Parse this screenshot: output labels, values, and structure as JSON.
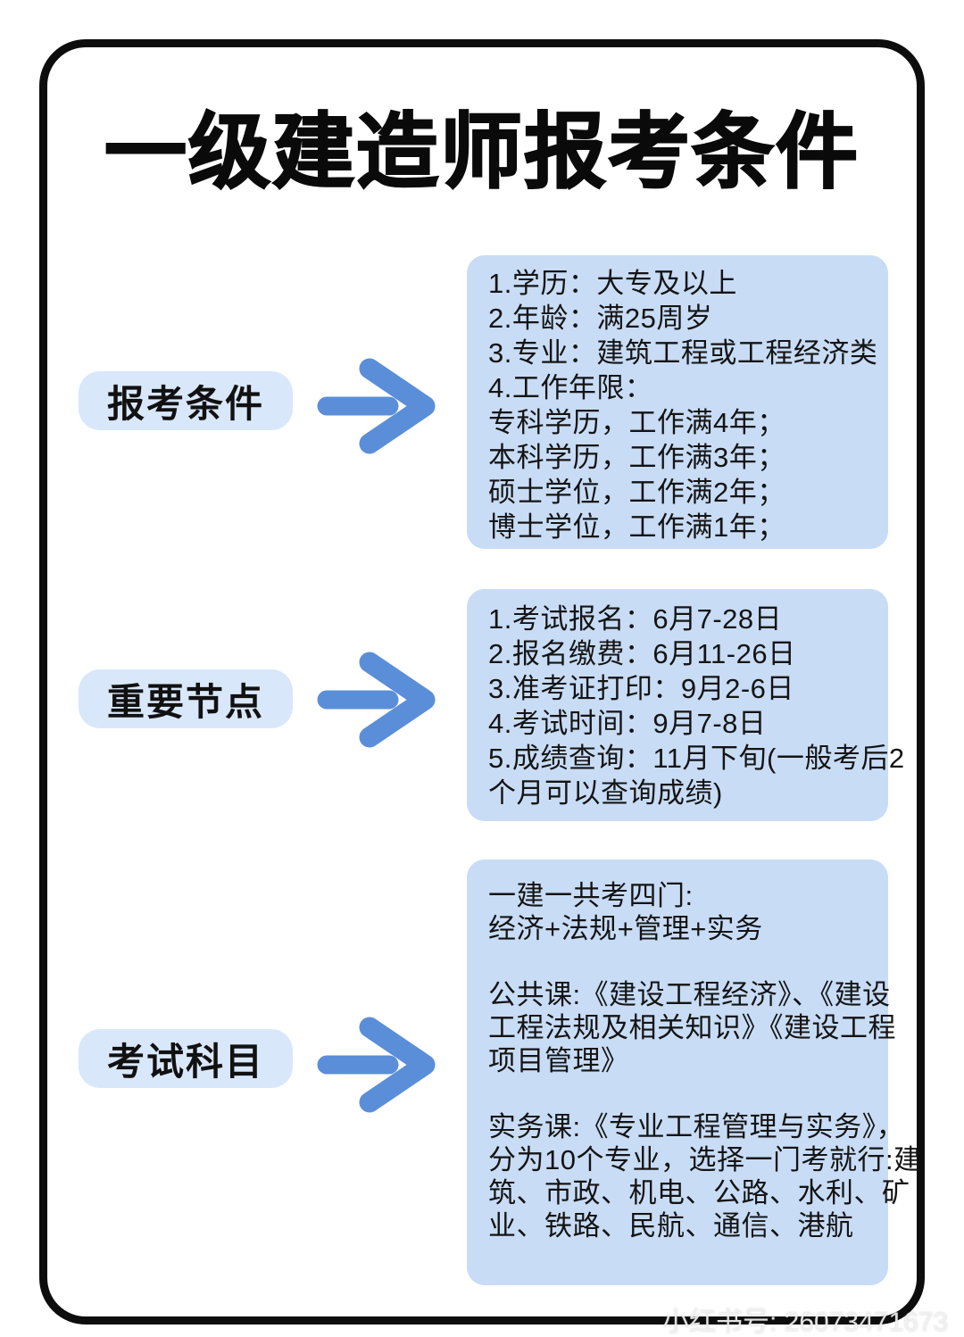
{
  "title": "一级建造师报考条件",
  "watermark": "小红书号: 26073471673",
  "colors": {
    "background": "#ffffff",
    "frame_border": "#0d0d0d",
    "box_fill": "#c8dcf5",
    "pill_fill": "#d9e7fa",
    "arrow_blue": "#5b8ed8",
    "text": "#141414"
  },
  "sections": [
    {
      "label": "报考条件",
      "arrow_icon": "right-arrow",
      "lines": [
        "1.学历：大专及以上",
        "2.年龄：满25周岁",
        "3.专业：建筑工程或工程经济类",
        "4.工作年限：",
        "专科学历，工作满4年；",
        "本科学历，工作满3年；",
        "硕士学位，工作满2年；",
        "博士学位，工作满1年；"
      ]
    },
    {
      "label": "重要节点",
      "arrow_icon": "right-arrow",
      "lines": [
        "1.考试报名：6月7-28日",
        "2.报名缴费：6月11-26日",
        "3.准考证打印：9月2-6日",
        "4.考试时间：9月7-8日",
        "5.成绩查询：11月下旬(一般考后2",
        "个月可以查询成绩)"
      ]
    },
    {
      "label": "考试科目",
      "arrow_icon": "right-arrow",
      "lines": [
        "一建一共考四门:",
        "经济+法规+管理+实务",
        "",
        "公共课:《建设工程经济》、《建设",
        "工程法规及相关知识》《建设工程",
        "项目管理》",
        "",
        "实务课:《专业工程管理与实务》，",
        "分为10个专业，选择一门考就行:建",
        "筑、市政、机电、公路、水利、矿",
        "业、铁路、民航、通信、港航"
      ]
    }
  ]
}
